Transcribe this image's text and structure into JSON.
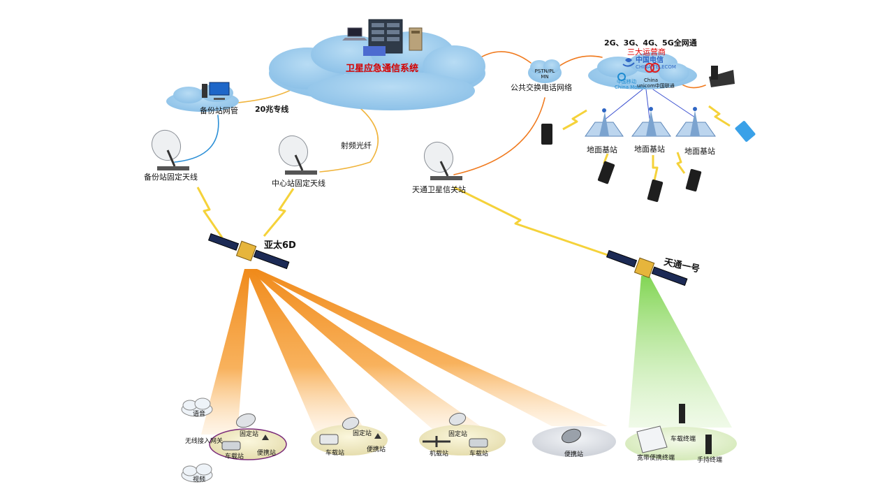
{
  "clouds": {
    "satellite_system": "卫星应急通信系统",
    "backup_mgmt": "备份站网管",
    "pstn_inner": "PSTN/PL MN",
    "pstn": "公共交换电话网络"
  },
  "links": {
    "dedicated_line": "20兆专线",
    "rf_fiber": "射频光纤"
  },
  "antennas": {
    "backup": "备份站固定天线",
    "center": "中心站固定天线",
    "gateway": "天通卫星信关站"
  },
  "operators": {
    "networks": "2G、3G、4G、5G全网通",
    "big_three": "三大运营商",
    "telecom_cn": "中国电信",
    "telecom_en": "CHINA TELECOM",
    "mobile_cn": "中国移动",
    "mobile_en": "China Mobile",
    "unicom_cn": "China",
    "unicom_en": "unicom中国联通"
  },
  "base_stations": [
    "地面基站",
    "地面基站",
    "地面基站"
  ],
  "satellites": {
    "apstar": "亚太6D",
    "tiantong": "天通一号"
  },
  "ground": {
    "voice": "语音",
    "video": "视频",
    "wireless_gw": "无线接入网关",
    "g1_fixed": "固定站",
    "g1_vehicle": "车载站",
    "g1_portable": "便携站",
    "g2_fixed": "固定站",
    "g2_vehicle": "车载站",
    "g2_portable": "便携站",
    "g3_fixed": "固定站",
    "g3_airborne": "机载站",
    "g3_vehicle": "车载站",
    "g4_portable": "便携站",
    "t_vehicle": "车载终端",
    "t_broadband": "宽带便携终端",
    "t_handheld": "手持终端"
  },
  "colors": {
    "cloud": "#9fcbeb",
    "orange_line": "#f07a1e",
    "blue_line": "#2b8fd6",
    "beam_orange": "#f7931e",
    "beam_green": "#8dd85a",
    "zone": "#e9e3b8",
    "lightning": "#f5d23a"
  }
}
